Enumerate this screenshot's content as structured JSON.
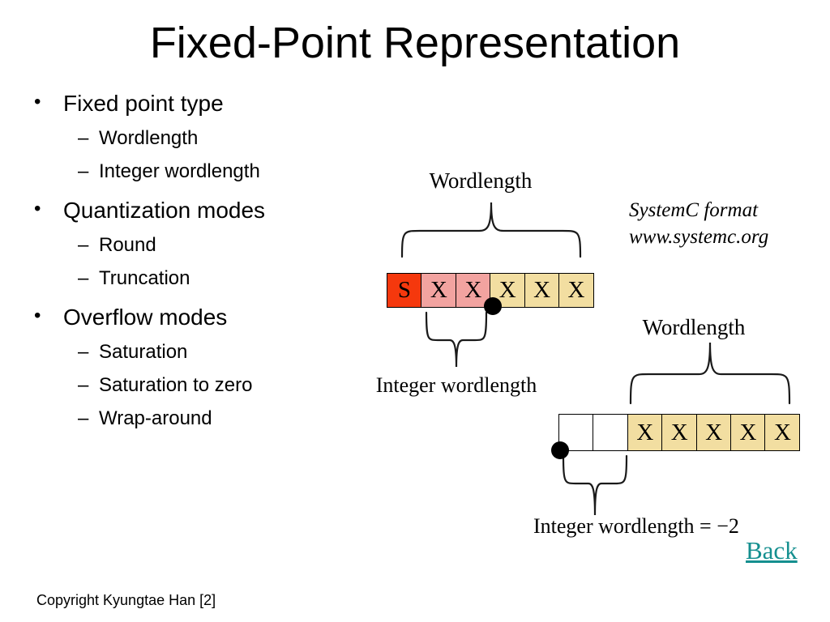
{
  "slide": {
    "title": "Fixed-Point Representation",
    "bullet_glyph": "•",
    "dash_glyph": "–",
    "bullets": [
      {
        "label": "Fixed point type",
        "sub": [
          "Wordlength",
          "Integer wordlength"
        ]
      },
      {
        "label": "Quantization modes",
        "sub": [
          "Round",
          "Truncation"
        ]
      },
      {
        "label": "Overflow modes",
        "sub": [
          "Saturation",
          "Saturation to zero",
          "Wrap-around"
        ]
      }
    ],
    "footer": "Copyright Kyungtae Han [2]"
  },
  "note": {
    "line1": "SystemC format",
    "line2": "www.systemc.org"
  },
  "diagram1": {
    "wordlength_label": "Wordlength",
    "integer_wordlength_label": "Integer wordlength",
    "cells": [
      {
        "letter": "S",
        "color": "#F5380D"
      },
      {
        "letter": "X",
        "color": "#F2A3A0"
      },
      {
        "letter": "X",
        "color": "#F2A3A0"
      },
      {
        "letter": "X",
        "color": "#F2DEA1"
      },
      {
        "letter": "X",
        "color": "#F2DEA1"
      },
      {
        "letter": "X",
        "color": "#F2DEA1"
      }
    ]
  },
  "diagram2": {
    "wordlength_label": "Wordlength",
    "integer_wordlength_label": "Integer wordlength = −2",
    "cells": [
      {
        "letter": "",
        "color": "#FFFFFF"
      },
      {
        "letter": "",
        "color": "#FFFFFF"
      },
      {
        "letter": "X",
        "color": "#F2DEA1"
      },
      {
        "letter": "X",
        "color": "#F2DEA1"
      },
      {
        "letter": "X",
        "color": "#F2DEA1"
      },
      {
        "letter": "X",
        "color": "#F2DEA1"
      },
      {
        "letter": "X",
        "color": "#F2DEA1"
      }
    ]
  },
  "back_link": {
    "label": "Back",
    "color": "#148F8F"
  },
  "colors": {
    "sign_bit": "#F5380D",
    "integer_bits": "#F2A3A0",
    "fraction_bits": "#F2DEA1",
    "binary_point_dot": "#000000",
    "back_link": "#148F8F"
  }
}
